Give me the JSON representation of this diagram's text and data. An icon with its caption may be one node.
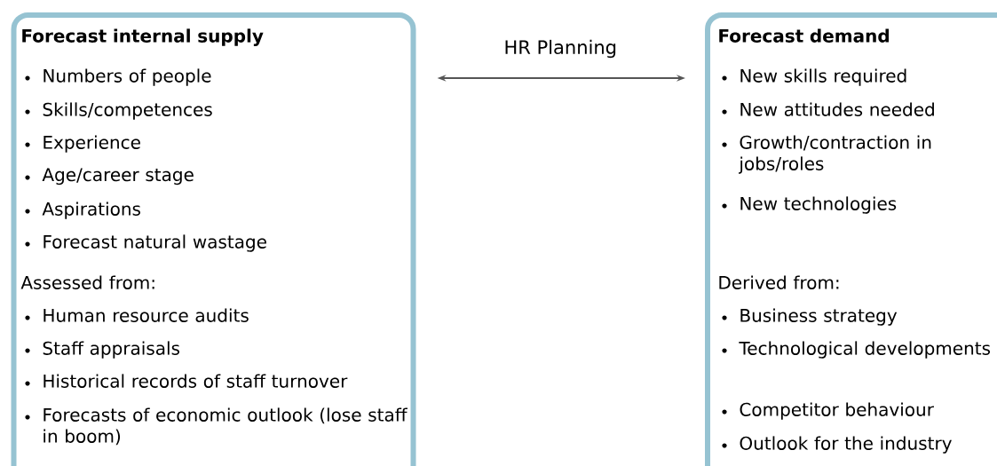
{
  "diagram": {
    "nodes": [
      {
        "text": [
          "Forecast internal supply",
          "Numbers of people",
          "Skills/competences",
          "Experience",
          "Age/career stage",
          "Aspirations",
          "Forecast natural wastage",
          "Assessed from:",
          "Human resource audits",
          "Staff appraisals",
          "Historical records of staff turnover",
          "Forecasts of economic outlook (lose staff in boom)"
        ]
      },
      {
        "text": [
          "Forecast demand",
          "New skills required",
          "New attitudes needed",
          "Growth/contraction in jobs/roles",
          "New technologies",
          "Derived from:",
          "Business strategy",
          "Technological developments",
          "Competitor behaviour",
          "Outlook for the industry"
        ]
      }
    ],
    "edges": [
      {
        "from": 0,
        "to": 1,
        "arrow": "both",
        "label": "HR Planning"
      }
    ]
  }
}
